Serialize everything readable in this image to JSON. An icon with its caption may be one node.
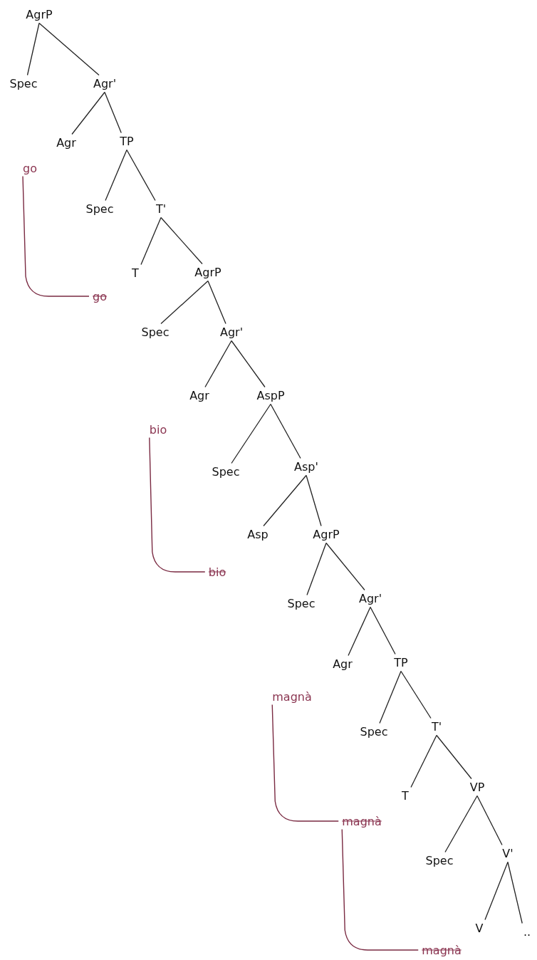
{
  "diagram": {
    "nodes": [
      {
        "text": [
          "AgrP"
        ]
      },
      {
        "text": [
          "Spec"
        ]
      },
      {
        "text": [
          "Agr'"
        ]
      },
      {
        "text": [
          "Agr"
        ]
      },
      {
        "text": [
          "TP"
        ]
      },
      {
        "text": [
          "go"
        ]
      },
      {
        "text": [
          "Spec"
        ]
      },
      {
        "text": [
          "T'"
        ]
      },
      {
        "text": [
          "T"
        ]
      },
      {
        "text": [
          "AgrP"
        ]
      },
      {
        "text": [
          "go"
        ]
      },
      {
        "text": [
          "Spec"
        ]
      },
      {
        "text": [
          "Agr'"
        ]
      },
      {
        "text": [
          "Agr"
        ]
      },
      {
        "text": [
          "AspP"
        ]
      },
      {
        "text": [
          "bio"
        ]
      },
      {
        "text": [
          "Spec"
        ]
      },
      {
        "text": [
          "Asp'"
        ]
      },
      {
        "text": [
          "Asp"
        ]
      },
      {
        "text": [
          "AgrP"
        ]
      },
      {
        "text": [
          "bio"
        ]
      },
      {
        "text": [
          "Spec"
        ]
      },
      {
        "text": [
          "Agr'"
        ]
      },
      {
        "text": [
          "Agr"
        ]
      },
      {
        "text": [
          "TP"
        ]
      },
      {
        "text": [
          "magnà"
        ]
      },
      {
        "text": [
          "Spec"
        ]
      },
      {
        "text": [
          "T'"
        ]
      },
      {
        "text": [
          "T"
        ]
      },
      {
        "text": [
          "VP"
        ]
      },
      {
        "text": [
          "magnà"
        ]
      },
      {
        "text": [
          "Spec"
        ]
      },
      {
        "text": [
          "V'"
        ]
      },
      {
        "text": [
          "V"
        ]
      },
      {
        "text": [
          ".."
        ]
      },
      {
        "text": [
          "magnà"
        ]
      }
    ],
    "edges": [
      {
        "from": 0,
        "to": 1,
        "arrow": "none"
      },
      {
        "from": 0,
        "to": 2,
        "arrow": "none"
      },
      {
        "from": 2,
        "to": 3,
        "arrow": "none"
      },
      {
        "from": 2,
        "to": 4,
        "arrow": "none"
      },
      {
        "from": 4,
        "to": 6,
        "arrow": "none"
      },
      {
        "from": 4,
        "to": 7,
        "arrow": "none"
      },
      {
        "from": 7,
        "to": 8,
        "arrow": "none"
      },
      {
        "from": 7,
        "to": 9,
        "arrow": "none"
      },
      {
        "from": 9,
        "to": 11,
        "arrow": "none"
      },
      {
        "from": 9,
        "to": 12,
        "arrow": "none"
      },
      {
        "from": 12,
        "to": 13,
        "arrow": "none"
      },
      {
        "from": 12,
        "to": 14,
        "arrow": "none"
      },
      {
        "from": 14,
        "to": 16,
        "arrow": "none"
      },
      {
        "from": 14,
        "to": 17,
        "arrow": "none"
      },
      {
        "from": 17,
        "to": 18,
        "arrow": "none"
      },
      {
        "from": 17,
        "to": 19,
        "arrow": "none"
      },
      {
        "from": 19,
        "to": 21,
        "arrow": "none"
      },
      {
        "from": 19,
        "to": 22,
        "arrow": "none"
      },
      {
        "from": 22,
        "to": 23,
        "arrow": "none"
      },
      {
        "from": 22,
        "to": 24,
        "arrow": "none"
      },
      {
        "from": 24,
        "to": 26,
        "arrow": "none"
      },
      {
        "from": 24,
        "to": 27,
        "arrow": "none"
      },
      {
        "from": 27,
        "to": 28,
        "arrow": "none"
      },
      {
        "from": 27,
        "to": 29,
        "arrow": "none"
      },
      {
        "from": 29,
        "to": 31,
        "arrow": "none"
      },
      {
        "from": 29,
        "to": 32,
        "arrow": "none"
      },
      {
        "from": 32,
        "to": 33,
        "arrow": "none"
      },
      {
        "from": 32,
        "to": 34,
        "arrow": "none"
      },
      {
        "from": 5,
        "to": 10,
        "arrow": "none",
        "color": "#7a2a42"
      },
      {
        "from": 15,
        "to": 20,
        "arrow": "none",
        "color": "#7a2a42"
      },
      {
        "from": 25,
        "to": 30,
        "arrow": "none",
        "color": "#7a2a42"
      },
      {
        "from": 30,
        "to": 35,
        "arrow": "none",
        "color": "#7a2a42"
      }
    ]
  }
}
